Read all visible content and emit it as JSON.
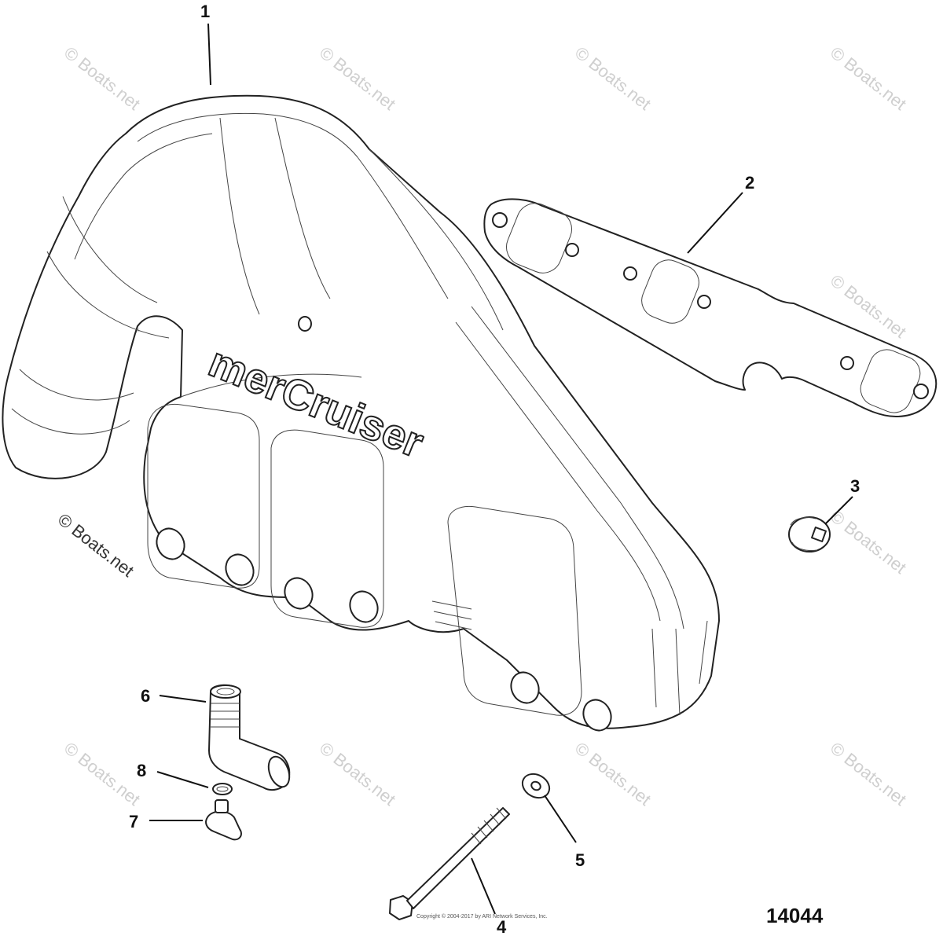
{
  "diagram": {
    "reference_number": "14044",
    "brand_logo_text": "merCruiser",
    "copyright_text": "Copyright © 2004-2017 by ARI Network Services, Inc.",
    "watermark_text": "© Boats.net",
    "callouts": [
      {
        "id": "1",
        "label": "1"
      },
      {
        "id": "2",
        "label": "2"
      },
      {
        "id": "3",
        "label": "3"
      },
      {
        "id": "4",
        "label": "4"
      },
      {
        "id": "5",
        "label": "5"
      },
      {
        "id": "6",
        "label": "6"
      },
      {
        "id": "7",
        "label": "7"
      },
      {
        "id": "8",
        "label": "8"
      }
    ]
  }
}
